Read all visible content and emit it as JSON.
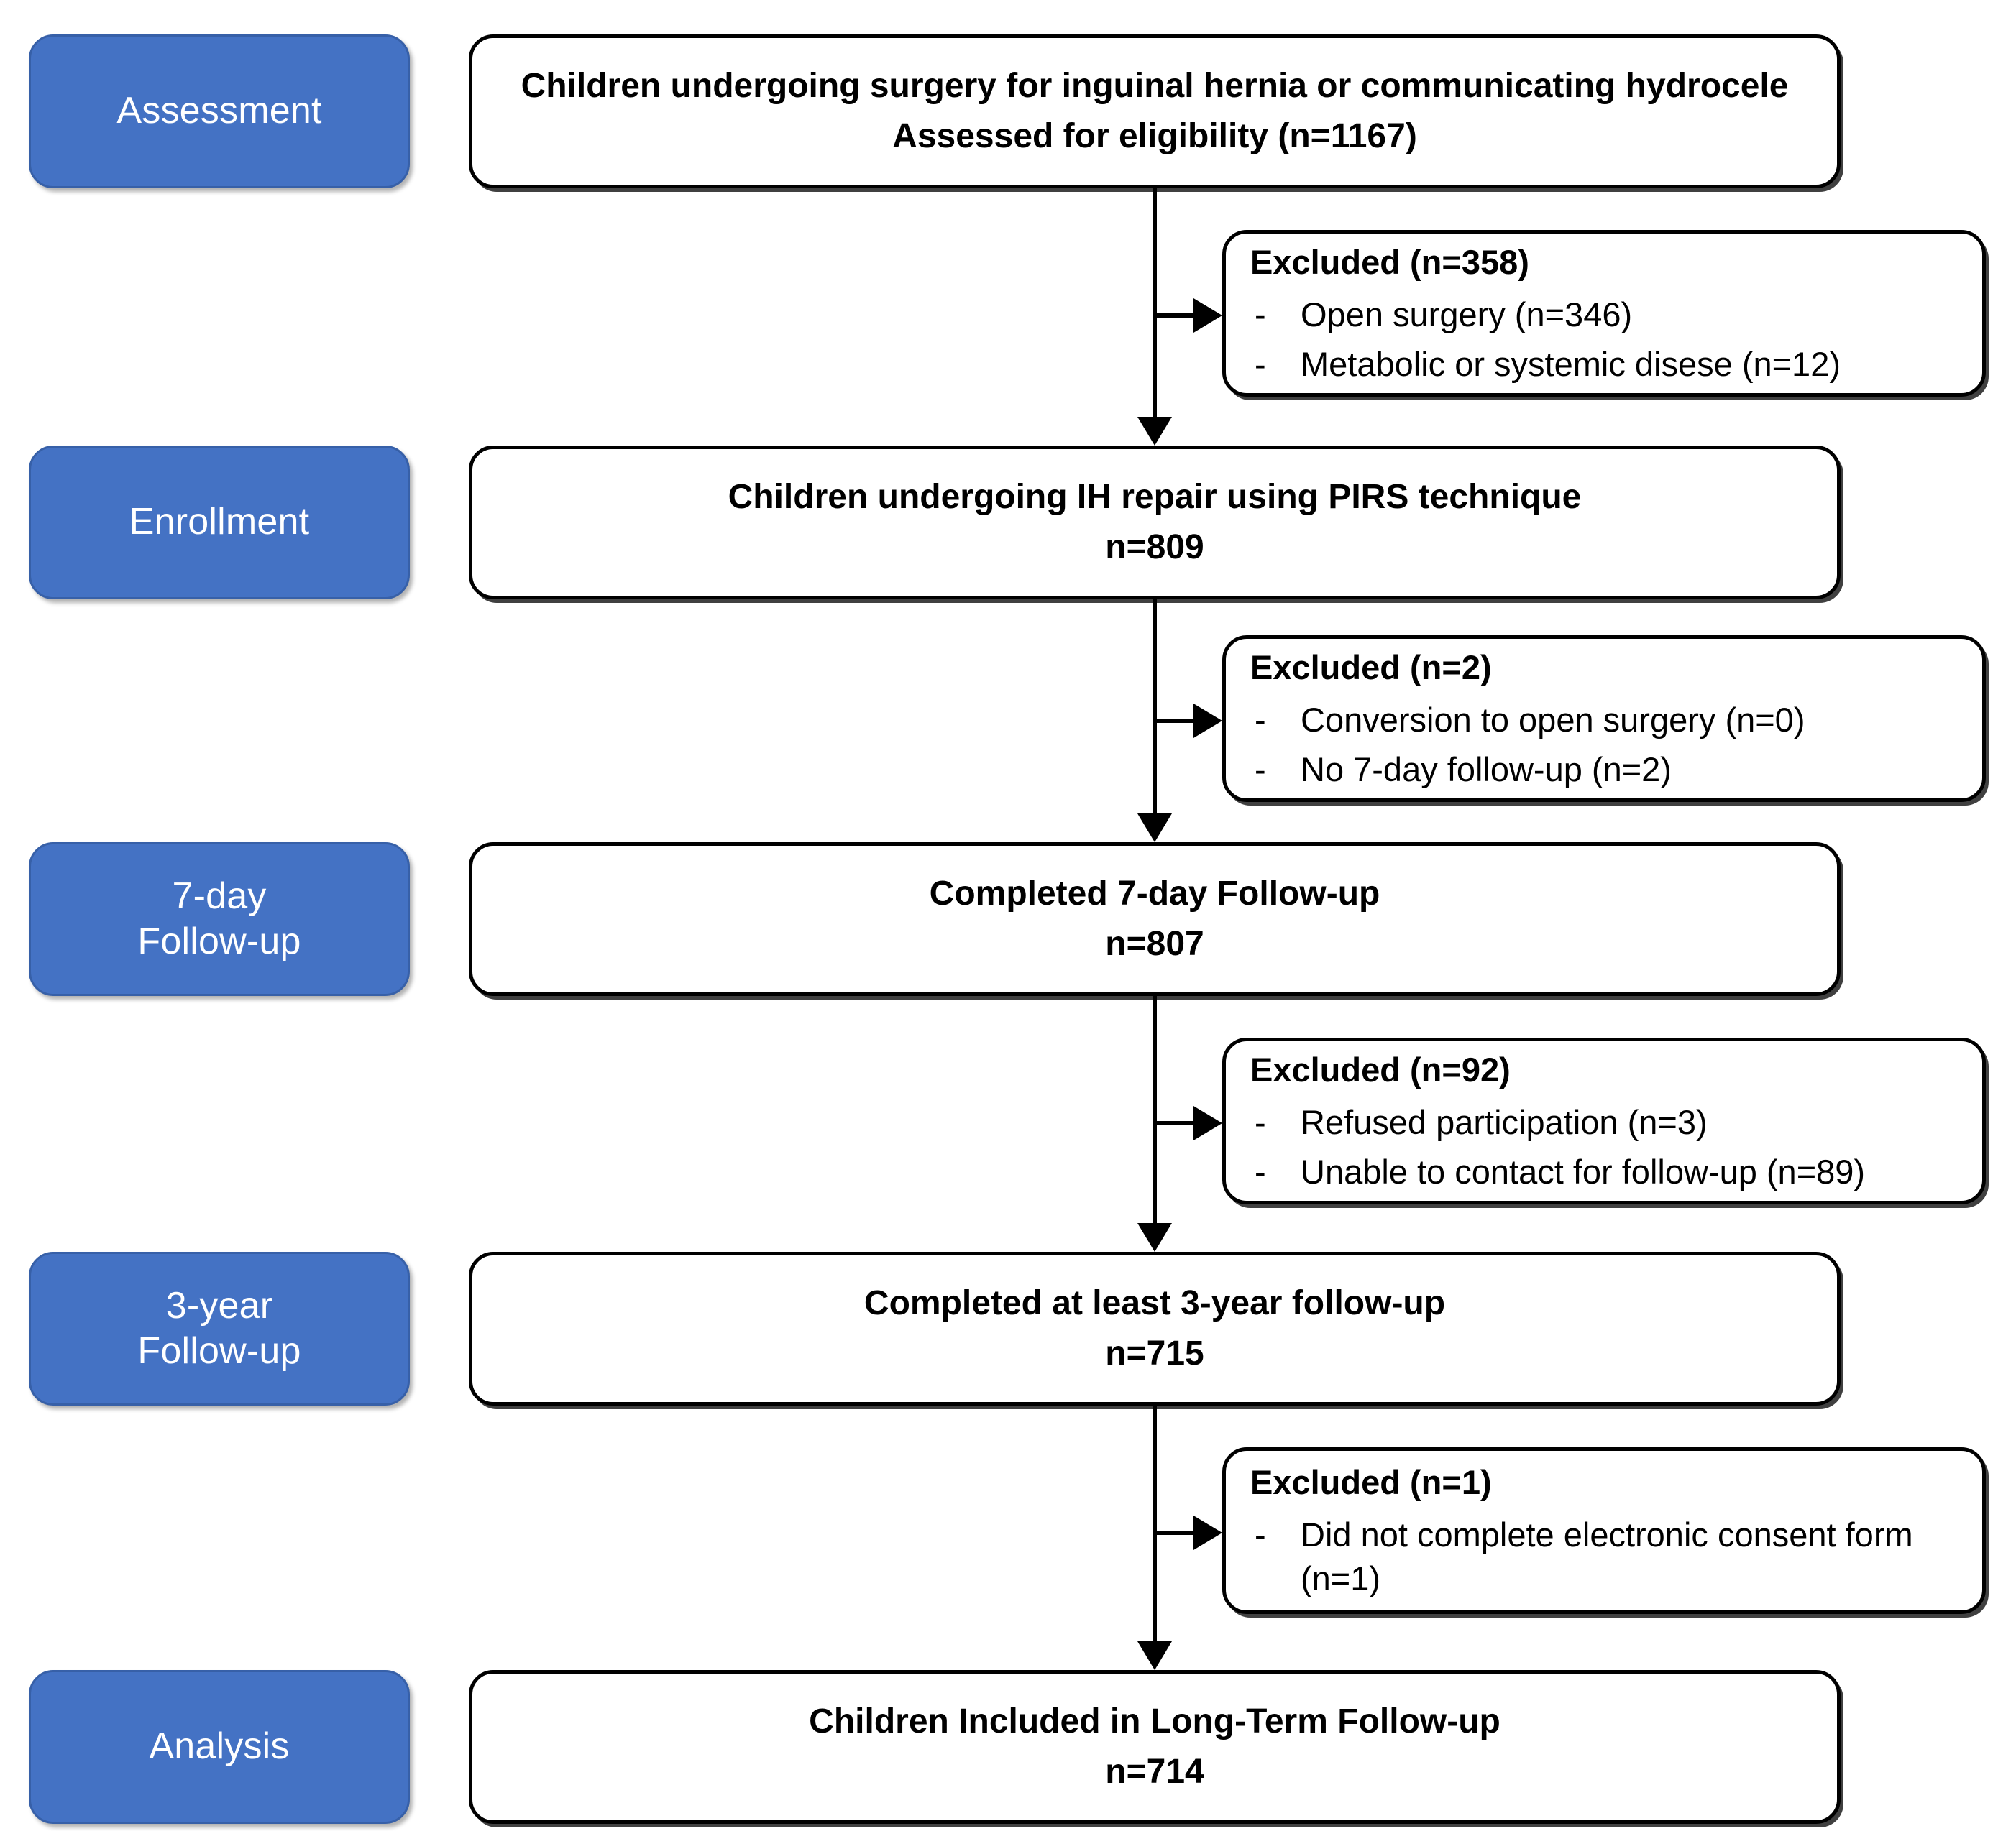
{
  "diagram": {
    "title": "CONSORT-style participant flow diagram",
    "accent_color": "#4472C4",
    "stages": [
      {
        "id": "assessment",
        "lines": [
          "Assessment"
        ]
      },
      {
        "id": "enrollment",
        "lines": [
          "Enrollment"
        ]
      },
      {
        "id": "followup-7day",
        "lines": [
          "7-day",
          "Follow-up"
        ]
      },
      {
        "id": "followup-3year",
        "lines": [
          "3-year",
          "Follow-up"
        ]
      },
      {
        "id": "analysis",
        "lines": [
          "Analysis"
        ]
      }
    ],
    "main_boxes": [
      {
        "id": "assessed",
        "lines": [
          "Children undergoing surgery for inguinal hernia or communicating hydrocele",
          "Assessed for eligibility (n=1167)"
        ]
      },
      {
        "id": "enrolled",
        "lines": [
          "Children undergoing IH repair using PIRS technique",
          "n=809"
        ]
      },
      {
        "id": "completed-7day",
        "lines": [
          "Completed 7-day Follow-up",
          "n=807"
        ]
      },
      {
        "id": "completed-3year",
        "lines": [
          "Completed at least 3-year follow-up",
          "n=715"
        ]
      },
      {
        "id": "included-analysis",
        "lines": [
          "Children Included in Long-Term Follow-up",
          "n=714"
        ]
      }
    ],
    "exclusion_boxes": [
      {
        "id": "excluded-1",
        "title": "Excluded (n=358)",
        "dash": "-",
        "items": [
          "Open surgery (n=346)",
          "Metabolic or systemic disese (n=12)"
        ]
      },
      {
        "id": "excluded-2",
        "title": "Excluded (n=2)",
        "dash": "-",
        "items": [
          "Conversion to open surgery (n=0)",
          "No 7-day follow-up (n=2)"
        ]
      },
      {
        "id": "excluded-3",
        "title": "Excluded (n=92)",
        "dash": "-",
        "items": [
          "Refused participation (n=3)",
          "Unable to contact for follow-up (n=89)"
        ]
      },
      {
        "id": "excluded-4",
        "title": "Excluded (n=1)",
        "dash": "-",
        "items": [
          "Did not complete electronic consent form (n=1)"
        ]
      }
    ],
    "chart_data": {
      "type": "flowchart",
      "nodes": [
        {
          "stage": "Assessment",
          "label": "Assessed for eligibility",
          "n": 1167
        },
        {
          "stage": "Enrollment",
          "label": "Children undergoing IH repair using PIRS technique",
          "n": 809
        },
        {
          "stage": "7-day Follow-up",
          "label": "Completed 7-day Follow-up",
          "n": 807
        },
        {
          "stage": "3-year Follow-up",
          "label": "Completed at least 3-year follow-up",
          "n": 715
        },
        {
          "stage": "Analysis",
          "label": "Children Included in Long-Term Follow-up",
          "n": 714
        }
      ],
      "exclusions": [
        {
          "after": "Assessment",
          "total": 358,
          "reasons": [
            {
              "reason": "Open surgery",
              "n": 346
            },
            {
              "reason": "Metabolic or systemic disese",
              "n": 12
            }
          ]
        },
        {
          "after": "Enrollment",
          "total": 2,
          "reasons": [
            {
              "reason": "Conversion to open surgery",
              "n": 0
            },
            {
              "reason": "No 7-day follow-up",
              "n": 2
            }
          ]
        },
        {
          "after": "7-day Follow-up",
          "total": 92,
          "reasons": [
            {
              "reason": "Refused participation",
              "n": 3
            },
            {
              "reason": "Unable to contact for follow-up",
              "n": 89
            }
          ]
        },
        {
          "after": "3-year Follow-up",
          "total": 1,
          "reasons": [
            {
              "reason": "Did not complete electronic consent form",
              "n": 1
            }
          ]
        }
      ]
    }
  }
}
